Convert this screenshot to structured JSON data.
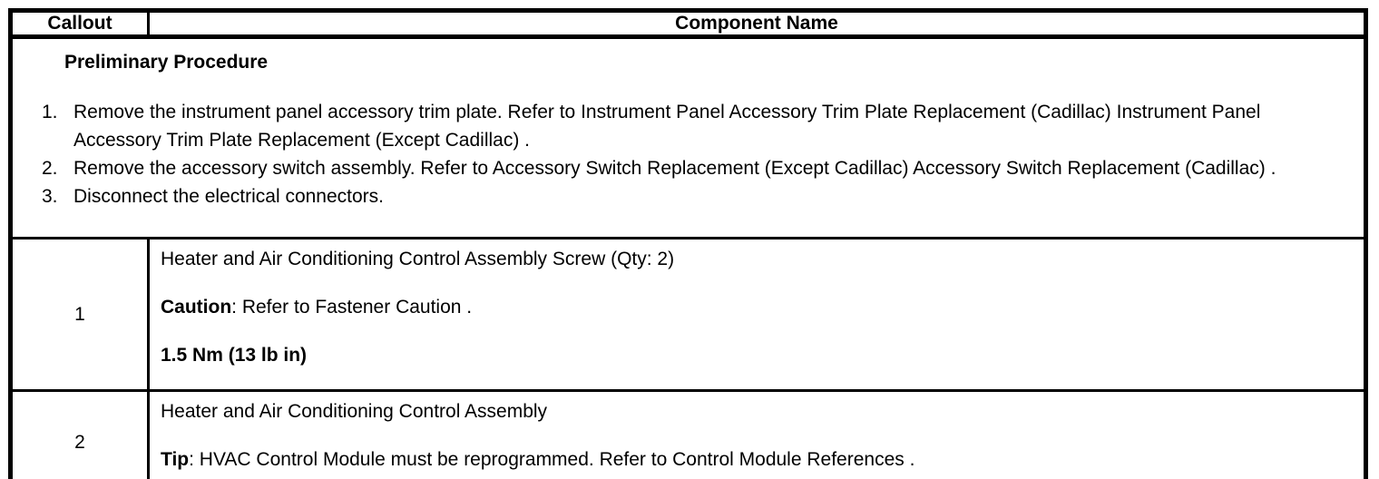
{
  "table": {
    "headers": {
      "callout": "Callout",
      "component_name": "Component Name"
    },
    "preliminary": {
      "title": "Preliminary Procedure",
      "steps": [
        {
          "num": "1.",
          "text": "Remove the instrument panel accessory trim plate. Refer to Instrument Panel Accessory Trim Plate Replacement (Cadillac) Instrument Panel Accessory Trim Plate Replacement (Except Cadillac) ."
        },
        {
          "num": "2.",
          "text": "Remove the accessory switch assembly. Refer to Accessory Switch Replacement (Except Cadillac) Accessory Switch Replacement (Cadillac) ."
        },
        {
          "num": "3.",
          "text": "Disconnect the electrical connectors."
        }
      ]
    },
    "rows": [
      {
        "callout": "1",
        "name": "Heater and Air Conditioning Control Assembly Screw (Qty: 2)",
        "note_label": "Caution",
        "note_text": ": Refer to Fastener Caution .",
        "torque": "1.5 Nm (13 lb in)"
      },
      {
        "callout": "2",
        "name": "Heater and Air Conditioning Control Assembly",
        "note_label": "Tip",
        "note_text": ": HVAC Control Module must be reprogrammed. Refer to Control Module References ."
      }
    ],
    "colors": {
      "border": "#000000",
      "background": "#ffffff",
      "text": "#000000"
    }
  }
}
